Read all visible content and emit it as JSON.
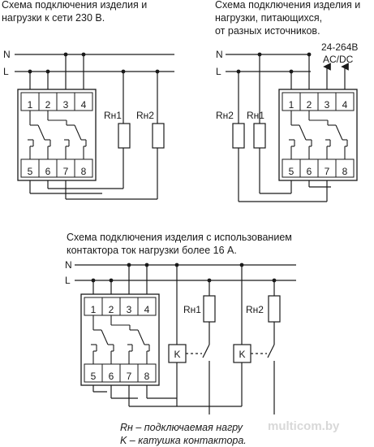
{
  "captions": {
    "left": [
      "Схема подключения изделия и",
      "нагрузки к сети 230 В."
    ],
    "right": [
      "Схема подключения изделия и",
      "нагрузки, питающихся,",
      "от разных источников."
    ],
    "bottom": [
      "Схема подключения изделия с использованием",
      "контактора ток нагрузки более 16 А."
    ]
  },
  "labels": {
    "n": "N",
    "l": "L",
    "supply_line1": "24-264В",
    "supply_line2": "AC/DC",
    "rh1": "Rн1",
    "rh2": "Rн2",
    "k": "K"
  },
  "terminals": {
    "top": [
      "1",
      "2",
      "3",
      "4"
    ],
    "bottom": [
      "5",
      "6",
      "7",
      "8"
    ]
  },
  "legend": [
    "Rн – подключаемая нагру",
    "K – катушка контактора."
  ],
  "watermark": "multicom.by",
  "colors": {
    "line": "#1a1a1a",
    "background": "#ffffff"
  }
}
